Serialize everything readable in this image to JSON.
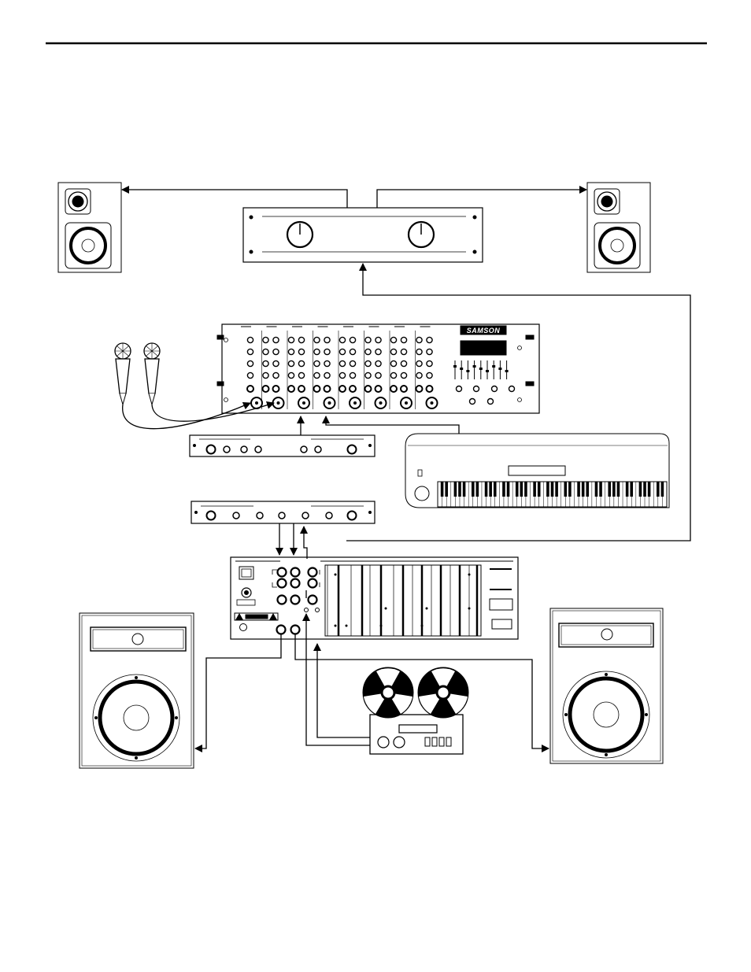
{
  "mixer": {
    "brand": "SAMSON"
  },
  "colors": {
    "line": "#000000",
    "background": "#ffffff"
  },
  "devices": [
    "top-rule",
    "monitor-speaker-left",
    "monitor-speaker-right",
    "stereo-power-amplifier",
    "microphone-left",
    "microphone-right",
    "samson-mixer",
    "rack-effects-unit-1",
    "rack-effects-unit-2",
    "keyboard-synthesizer",
    "powered-mixer-amplifier",
    "main-speaker-left",
    "main-speaker-right",
    "reel-to-reel-tape-recorder"
  ]
}
